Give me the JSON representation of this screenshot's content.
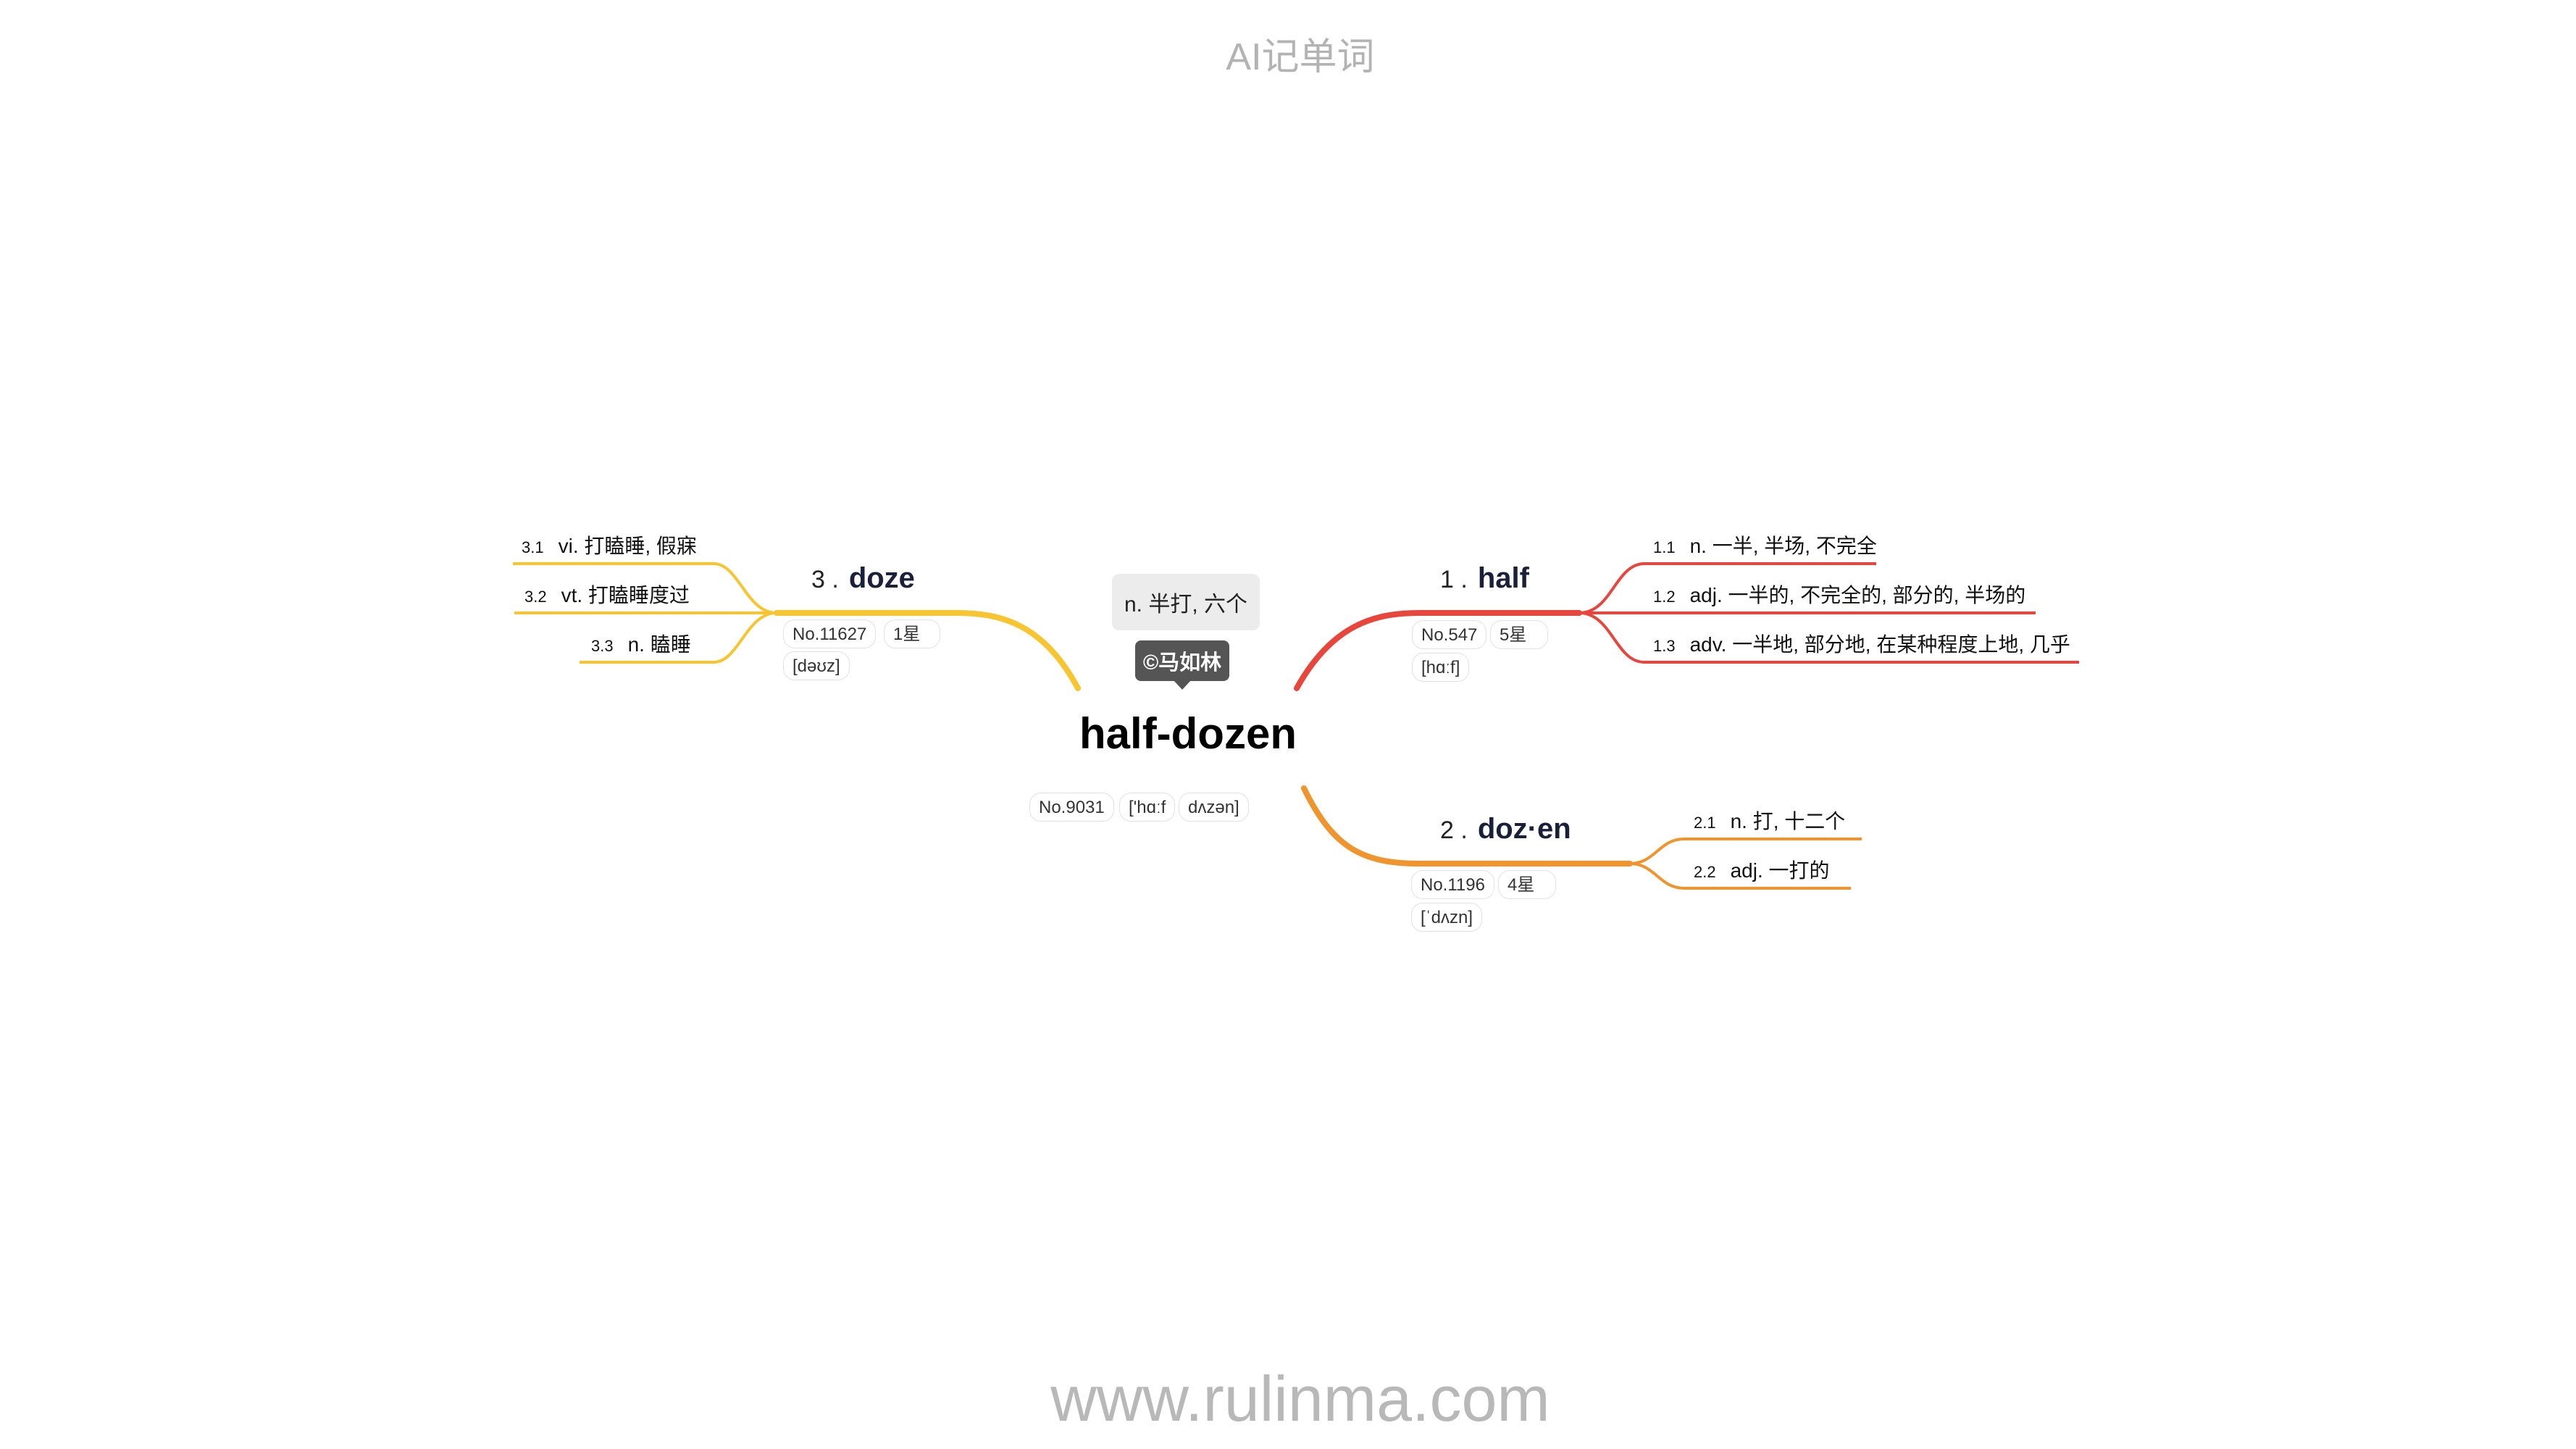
{
  "header": {
    "title": "AI记单词"
  },
  "footer": {
    "url": "www.rulinma.com"
  },
  "center": {
    "word": "half-dozen",
    "meaning": "n. 半打, 六个",
    "copyright": "©马如林",
    "tags": [
      "No.9031",
      "['hɑːf",
      "dʌzən]"
    ]
  },
  "branches": [
    {
      "num": "1 .",
      "word": "half",
      "tags": [
        "No.547",
        "5星",
        "[hɑːf]"
      ],
      "color": "#e8453c",
      "leaves": [
        {
          "num": "1.1",
          "text": "n. 一半, 半场, 不完全"
        },
        {
          "num": "1.2",
          "text": "adj. 一半的, 不完全的, 部分的, 半场的"
        },
        {
          "num": "1.3",
          "text": "adv. 一半地, 部分地, 在某种程度上地, 几乎"
        }
      ]
    },
    {
      "num": "2 .",
      "word": "doz·en",
      "tags": [
        "No.1196",
        "4星",
        "[ˈdʌzn]"
      ],
      "color": "#f0952e",
      "leaves": [
        {
          "num": "2.1",
          "text": "n. 打, 十二个"
        },
        {
          "num": "2.2",
          "text": "adj. 一打的"
        }
      ]
    },
    {
      "num": "3 .",
      "word": "doze",
      "tags": [
        "No.11627",
        "1星",
        "[dəʊz]"
      ],
      "color": "#f6c531",
      "leaves": [
        {
          "num": "3.1",
          "text": "vi. 打瞌睡, 假寐"
        },
        {
          "num": "3.2",
          "text": "vt. 打瞌睡度过"
        },
        {
          "num": "3.3",
          "text": "n. 瞌睡"
        }
      ]
    }
  ]
}
